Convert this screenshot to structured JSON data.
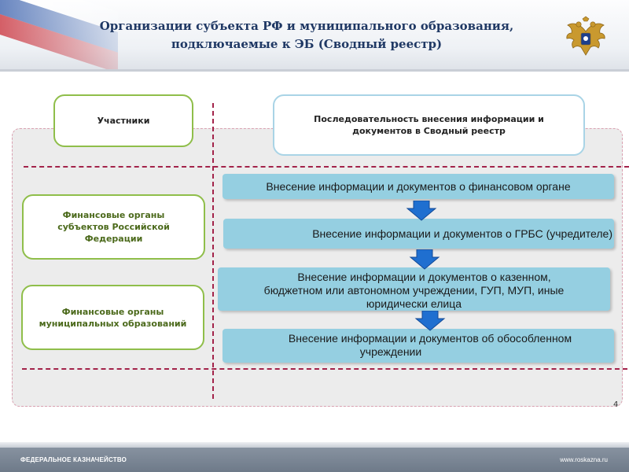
{
  "header": {
    "title_line1": "Организации субъекта РФ и муниципального образования,",
    "title_line2": "подключаемые к ЭБ (Сводный реестр)",
    "emblem_icon": "double-headed-eagle-emblem"
  },
  "boxes": {
    "participants": "Участники",
    "sequence_line1": "Последовательность внесения информации и",
    "sequence_line2": "документов в Сводный реестр",
    "regional_line1": "Финансовые органы",
    "regional_line2": "субъектов Российской",
    "regional_line3": "Федерации",
    "municipal_line1": "Финансовые органы",
    "municipal_line2": "муниципальных образований"
  },
  "steps": {
    "step1": "Внесение информации и документов о финансовом органе",
    "step2": "Внесение информации и документов о ГРБС (учредителе)",
    "step3_line1": "Внесение информации и документов о казенном,",
    "step3_line2": "бюджетном или автономном учреждении, ГУП, МУП, иные",
    "step3_line3": "юридически елица",
    "step4_line1": "Внесение информации и документов об обособленном",
    "step4_line2": "учреждении"
  },
  "page_number": "4",
  "footer": {
    "left": "ФЕДЕРАЛЬНОЕ КАЗНАЧЕЙСТВО",
    "right": "www.roskazna.ru"
  },
  "colors": {
    "title": "#1f3864",
    "green_border": "#8fbe4a",
    "step_bar": "#95cfe1",
    "arrow": "#1f6fd0",
    "dash": "#a3234a"
  }
}
